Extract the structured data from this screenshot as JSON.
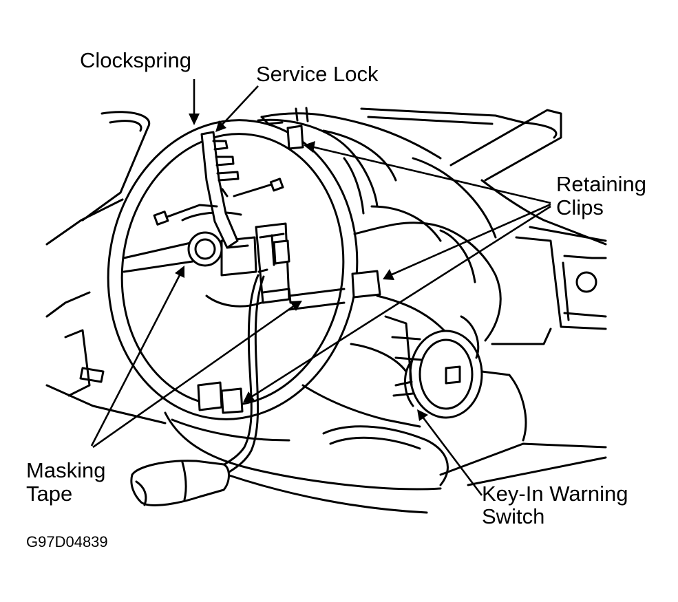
{
  "labels": {
    "clockspring": "Clockspring",
    "service_lock": "Service Lock",
    "retaining_clips_1": "Retaining",
    "retaining_clips_2": "Clips",
    "masking_tape_1": "Masking",
    "masking_tape_2": "Tape",
    "key_in_1": "Key-In Warning",
    "key_in_2": "Switch"
  },
  "figure_code": "G97D04839"
}
